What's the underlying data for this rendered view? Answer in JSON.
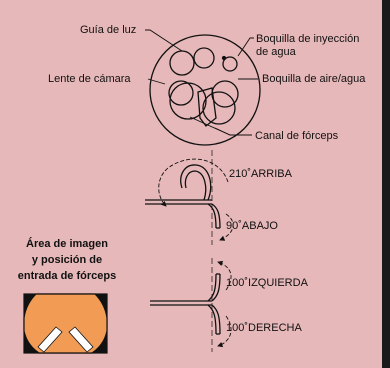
{
  "colors": {
    "background": "#e7b8b9",
    "right_bar": "#1a1a1a",
    "image_area": "#f29b55",
    "stroke": "#111111"
  },
  "tip_labels": {
    "light_guide": "Guía de luz",
    "injection_nozzle_line1": "Boquilla de inyección",
    "injection_nozzle_line2": "de agua",
    "camera_lens": "Lente de cámara",
    "air_water_nozzle": "Boquilla de aire/agua",
    "forceps_channel": "Canal de fórceps"
  },
  "angulation_updown": {
    "up": "210˚ARRIBA",
    "down": "90˚ABAJO"
  },
  "angulation_leftright": {
    "left": "100˚IZQUIERDA",
    "right": "100˚DERECHA"
  },
  "image_area_caption": {
    "line1": "Área de imagen",
    "line2": "y posición de",
    "line3": "entrada de fórceps"
  }
}
